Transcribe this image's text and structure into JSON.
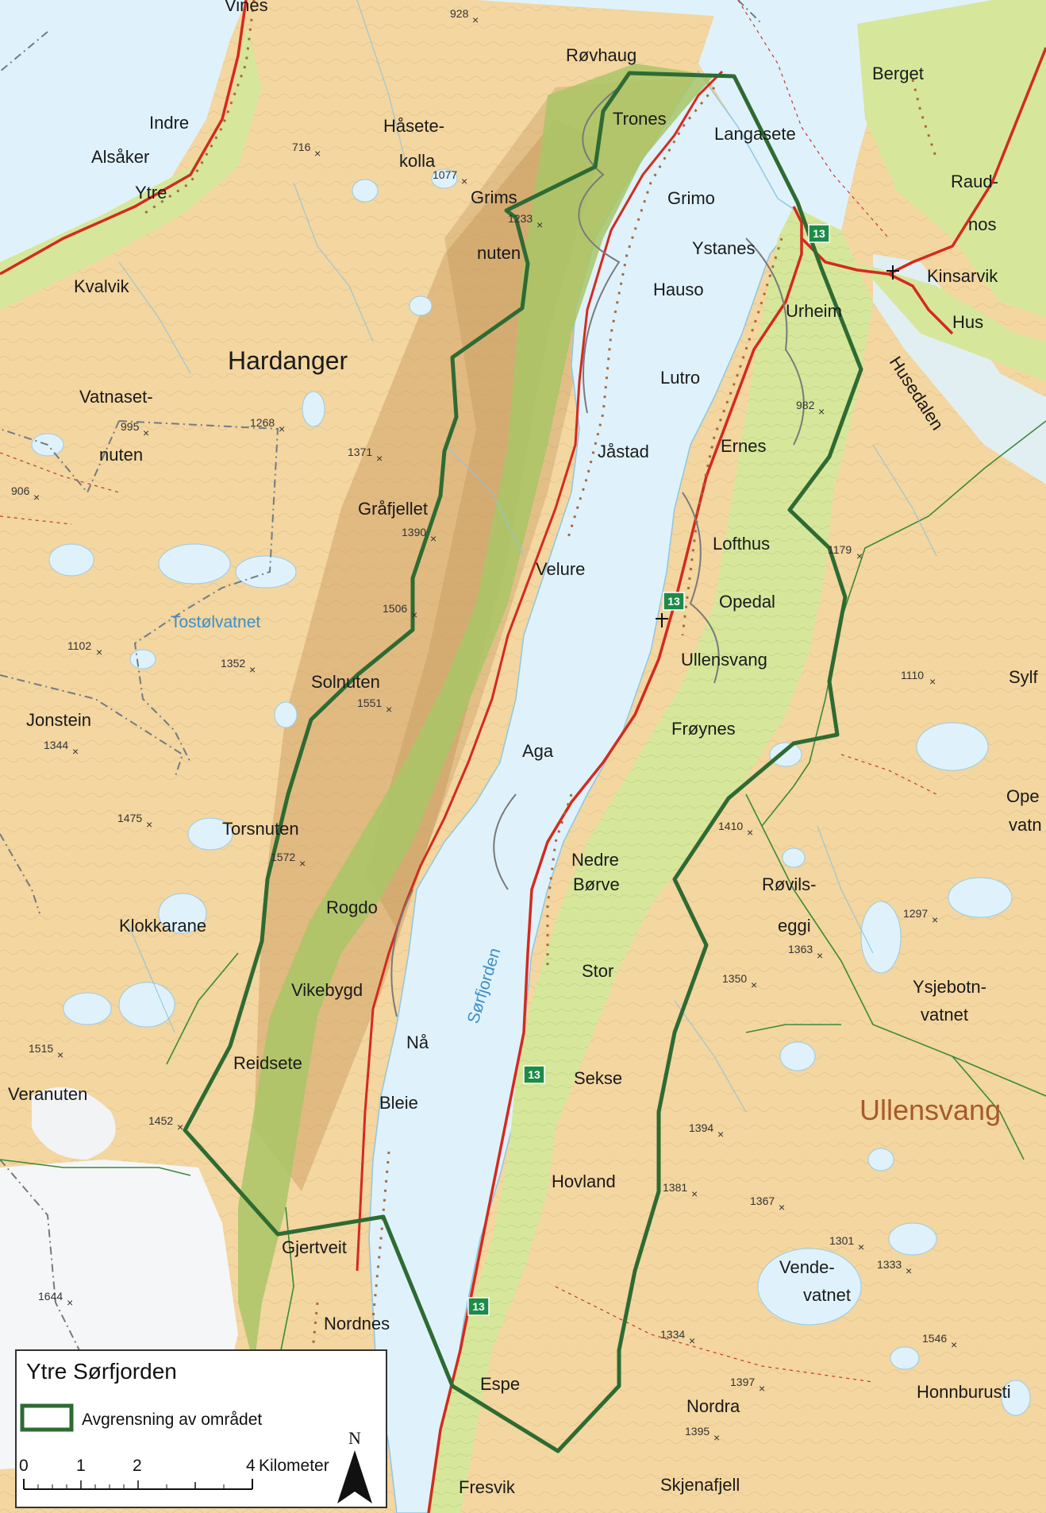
{
  "legend": {
    "title": "Ytre Sørfjorden",
    "entry": "Avgrensning av området"
  },
  "scale": {
    "ticks": [
      "0",
      "1",
      "2",
      "4"
    ],
    "unit": "Kilometer"
  },
  "north_arrow": "N",
  "road_number": "13",
  "colors": {
    "water": "#dff2fb",
    "terrain": "#f3d6a0",
    "farmland": "#d6e79b",
    "boundary": "#2e6b33",
    "road": "#d42a1e",
    "admin_line": "#3a8a3a"
  },
  "places": [
    {
      "id": "vines",
      "text": "Vines"
    },
    {
      "id": "rovhaug",
      "text": "Røvhaug"
    },
    {
      "id": "berget",
      "text": "Berget"
    },
    {
      "id": "indre",
      "text": "Indre"
    },
    {
      "id": "hasete",
      "text": "Håsete-"
    },
    {
      "id": "trones",
      "text": "Trones"
    },
    {
      "id": "langasete",
      "text": "Langasete"
    },
    {
      "id": "alsaker",
      "text": "Alsåker"
    },
    {
      "id": "kolla",
      "text": "kolla"
    },
    {
      "id": "ytre",
      "text": "Ytre"
    },
    {
      "id": "grims",
      "text": "Grims"
    },
    {
      "id": "grimo",
      "text": "Grimo"
    },
    {
      "id": "raud",
      "text": "Raud-"
    },
    {
      "id": "nos",
      "text": "nos"
    },
    {
      "id": "ystanes",
      "text": "Ystanes"
    },
    {
      "id": "nuten1",
      "text": "nuten"
    },
    {
      "id": "kinsarvik",
      "text": "Kinsarvik"
    },
    {
      "id": "kvalvik",
      "text": "Kvalvik"
    },
    {
      "id": "hauso",
      "text": "Hauso"
    },
    {
      "id": "urheim",
      "text": "Urheim"
    },
    {
      "id": "hus",
      "text": "Hus"
    },
    {
      "id": "lutro",
      "text": "Lutro"
    },
    {
      "id": "husedalen",
      "text": "Husedalen"
    },
    {
      "id": "vatnaset",
      "text": "Vatnaset-"
    },
    {
      "id": "nuten2",
      "text": "nuten"
    },
    {
      "id": "jastad",
      "text": "Jåstad"
    },
    {
      "id": "ernes",
      "text": "Ernes"
    },
    {
      "id": "grafjellet",
      "text": "Gråfjellet"
    },
    {
      "id": "lofthus",
      "text": "Lofthus"
    },
    {
      "id": "velure",
      "text": "Velure"
    },
    {
      "id": "opedal",
      "text": "Opedal"
    },
    {
      "id": "ullensvang_v",
      "text": "Ullensvang"
    },
    {
      "id": "solnuten",
      "text": "Solnuten"
    },
    {
      "id": "froynes",
      "text": "Frøynes"
    },
    {
      "id": "jonstein",
      "text": "Jonstein"
    },
    {
      "id": "aga",
      "text": "Aga"
    },
    {
      "id": "sylf",
      "text": "Sylf"
    },
    {
      "id": "ope",
      "text": "Ope"
    },
    {
      "id": "vatn",
      "text": "vatn"
    },
    {
      "id": "torsnuten",
      "text": "Torsnuten"
    },
    {
      "id": "nedre",
      "text": "Nedre"
    },
    {
      "id": "borve",
      "text": "Børve"
    },
    {
      "id": "rovils",
      "text": "Røvils-"
    },
    {
      "id": "eggi",
      "text": "eggi"
    },
    {
      "id": "klokkarane",
      "text": "Klokkarane"
    },
    {
      "id": "rogdo",
      "text": "Rogdo"
    },
    {
      "id": "stor",
      "text": "Stor"
    },
    {
      "id": "vikebygd",
      "text": "Vikebygd"
    },
    {
      "id": "ysjebotn",
      "text": "Ysjebotn-"
    },
    {
      "id": "vatnet",
      "text": "vatnet"
    },
    {
      "id": "na",
      "text": "Nå"
    },
    {
      "id": "reidsete",
      "text": "Reidsete"
    },
    {
      "id": "sekse",
      "text": "Sekse"
    },
    {
      "id": "veranuten",
      "text": "Veranuten"
    },
    {
      "id": "bleie",
      "text": "Bleie"
    },
    {
      "id": "hovland",
      "text": "Hovland"
    },
    {
      "id": "gjertveit",
      "text": "Gjertveit"
    },
    {
      "id": "vende",
      "text": "Vende-"
    },
    {
      "id": "vendevatnet",
      "text": "vatnet"
    },
    {
      "id": "nordnes",
      "text": "Nordnes"
    },
    {
      "id": "espe",
      "text": "Espe"
    },
    {
      "id": "nordra",
      "text": "Nordra"
    },
    {
      "id": "honnburusti",
      "text": "Honnburusti"
    },
    {
      "id": "fresvik",
      "text": "Fresvik"
    },
    {
      "id": "skjenafjell",
      "text": "Skjenafjell"
    }
  ],
  "major_labels": [
    {
      "id": "hardanger",
      "text": "Hardanger"
    }
  ],
  "water_labels": [
    {
      "id": "tostolvatnet",
      "text": "Tostølvatnet"
    },
    {
      "id": "sorfjorden",
      "text": "Sørfjorden"
    }
  ],
  "region_labels": [
    {
      "id": "ullensvang_r",
      "text": "Ullensvang"
    }
  ],
  "elevations": [
    {
      "id": "e928",
      "text": "928"
    },
    {
      "id": "e716",
      "text": "716"
    },
    {
      "id": "e1077",
      "text": "1077"
    },
    {
      "id": "e1233",
      "text": "1233"
    },
    {
      "id": "e995",
      "text": "995"
    },
    {
      "id": "e1268",
      "text": "1268"
    },
    {
      "id": "e982",
      "text": "982"
    },
    {
      "id": "e1371",
      "text": "1371"
    },
    {
      "id": "e906",
      "text": "906"
    },
    {
      "id": "e1390",
      "text": "1390"
    },
    {
      "id": "e1179",
      "text": "1179"
    },
    {
      "id": "e1506",
      "text": "1506"
    },
    {
      "id": "e1102",
      "text": "1102"
    },
    {
      "id": "e1352",
      "text": "1352"
    },
    {
      "id": "e1110",
      "text": "1110"
    },
    {
      "id": "e1551",
      "text": "1551"
    },
    {
      "id": "e1344",
      "text": "1344"
    },
    {
      "id": "e1475",
      "text": "1475"
    },
    {
      "id": "e1410",
      "text": "1410"
    },
    {
      "id": "e1572",
      "text": "1572"
    },
    {
      "id": "e1297",
      "text": "1297"
    },
    {
      "id": "e1363",
      "text": "1363"
    },
    {
      "id": "e1350",
      "text": "1350"
    },
    {
      "id": "e1515",
      "text": "1515"
    },
    {
      "id": "e1452",
      "text": "1452"
    },
    {
      "id": "e1394",
      "text": "1394"
    },
    {
      "id": "e1381",
      "text": "1381"
    },
    {
      "id": "e1367",
      "text": "1367"
    },
    {
      "id": "e1301",
      "text": "1301"
    },
    {
      "id": "e1333",
      "text": "1333"
    },
    {
      "id": "e1644",
      "text": "1644"
    },
    {
      "id": "e1334",
      "text": "1334"
    },
    {
      "id": "e1546",
      "text": "1546"
    },
    {
      "id": "e1397",
      "text": "1397"
    },
    {
      "id": "e1395",
      "text": "1395"
    }
  ]
}
